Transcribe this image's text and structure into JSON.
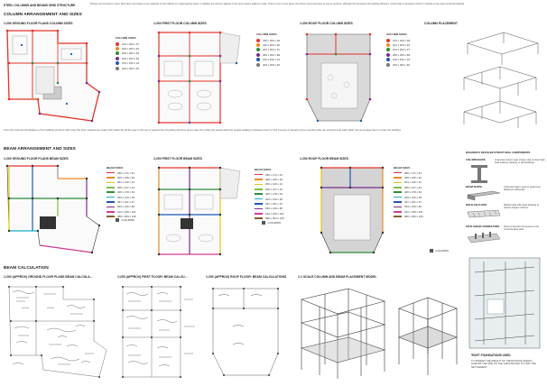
{
  "header": {
    "title": "STEEL COLUMNS AND BEAMS GRID STRUCTURE",
    "note": "Primary and structure is steel. Steel does not pollute or use materials to their efficiency in load bearing spans. In addition the columns aligned in the same spaces patches in plan. That is more or less where the column sizes decrease as you go up floors, although this decreases the building efficiency. It also helps to decrease costs for material on the same structural material."
  },
  "columns_section": {
    "title": "COLUMN ARRANGEMENT AND SIZES",
    "ground_title": "1:200 GROUND FLOOR PLANS COLUMN SIZES",
    "first_title": "1:200 FIRST FLOOR COLUMN SIZES",
    "roof_title": "1:200 ROOF FLOOR COLUMN SIZES",
    "placement_title": "COLUMN PLACEMENT",
    "legend_title": "COLUMN SIZES",
    "ground_legend": [
      {
        "label": "210 x 203 x 37",
        "color": "#e5332a"
      },
      {
        "label": "203 x 203 x 46",
        "color": "#f08a1c"
      },
      {
        "label": "203 x 203 x 52",
        "color": "#2c8c3c"
      },
      {
        "label": "203 x 203 x 60",
        "color": "#7a2c8e"
      },
      {
        "label": "152 x 152 x 23",
        "color": "#1f56b5"
      },
      {
        "label": "203 x 203 x 46",
        "color": "#777777"
      }
    ],
    "first_legend": [
      {
        "label": "230 x 203 x 39",
        "color": "#e5332a"
      },
      {
        "label": "222 x 203 x 46",
        "color": "#f08a1c"
      },
      {
        "label": "203 x 203 x 37",
        "color": "#2c8c3c"
      },
      {
        "label": "260 x 254 x 89",
        "color": "#7a2c8e"
      },
      {
        "label": "152 x 152 x 23",
        "color": "#1f56b5"
      },
      {
        "label": "203 x 203 x 46",
        "color": "#777777"
      }
    ],
    "roof_legend": [
      {
        "label": "213 x 203 x 39",
        "color": "#e5332a"
      },
      {
        "label": "222 x 203 x 46",
        "color": "#f08a1c"
      },
      {
        "label": "203 x 203 x 37",
        "color": "#2c8c3c"
      },
      {
        "label": "260 x 254 x 89",
        "color": "#7a2c8e"
      },
      {
        "label": "152 x 152 x 23",
        "color": "#1f56b5"
      },
      {
        "label": "203 x 203 x 46",
        "color": "#777777"
      }
    ],
    "caption": "From the columns foundations of the building structure that cover the floor markets are made with uniformity all the way to the top to support the extending structure and to also the uniformity would allow the people walking in between them to find a sense of security since it would make the structure feel safe which can encourage them to enter the building."
  },
  "beams_section": {
    "title": "BEAM ARRANGEMENT AND SIZES",
    "ground_title": "1:200 GROUND FLOOR PLANS BEAM SIZES",
    "first_title": "1:200 FIRST FLOOR BEAM SIZES",
    "roof_title": "1:200 ROOF FLOOR BEAM SIZES",
    "legend_title": "BEAM SIZES",
    "columns_label": "COLUMNS",
    "ground_legend": [
      {
        "label": "356 x 171 x 51",
        "color": "#e5332a"
      },
      {
        "label": "305 x 165 x 40",
        "color": "#f08a1c"
      },
      {
        "label": "254 x 146 x 31",
        "color": "#e6c31a"
      },
      {
        "label": "305 x 127 x 42",
        "color": "#7cc246"
      },
      {
        "label": "406 x 178 x 54",
        "color": "#2c8c3c"
      },
      {
        "label": "203 x 133 x 25",
        "color": "#1ab0c8"
      },
      {
        "label": "457 x 191 x 67",
        "color": "#1f56b5"
      },
      {
        "label": "533 x 210 x 82",
        "color": "#7a2c8e"
      },
      {
        "label": "610 x 229 x 101",
        "color": "#d23c8f"
      },
      {
        "label": "686 x 254 x 125",
        "color": "#8a5a2b"
      }
    ],
    "first_legend": [
      {
        "label": "356 x 171 x 51",
        "color": "#e5332a"
      },
      {
        "label": "305 x 165 x 40",
        "color": "#f08a1c"
      },
      {
        "label": "254 x 146 x 31",
        "color": "#e6c31a"
      },
      {
        "label": "305 x 127 x 42",
        "color": "#7cc246"
      },
      {
        "label": "406 x 178 x 54",
        "color": "#2c8c3c"
      },
      {
        "label": "203 x 133 x 25",
        "color": "#1ab0c8"
      },
      {
        "label": "457 x 191 x 67",
        "color": "#1f56b5"
      },
      {
        "label": "533 x 210 x 82",
        "color": "#7a2c8e"
      },
      {
        "label": "610 x 229 x 101",
        "color": "#d23c8f"
      },
      {
        "label": "686 x 254 x 125",
        "color": "#8a5a2b"
      }
    ],
    "roof_legend": [
      {
        "label": "356 x 171 x 51",
        "color": "#e5332a"
      },
      {
        "label": "305 x 165 x 40",
        "color": "#f08a1c"
      },
      {
        "label": "254 x 146 x 31",
        "color": "#e6c31a"
      },
      {
        "label": "305 x 127 x 42",
        "color": "#7cc246"
      },
      {
        "label": "406 x 178 x 54",
        "color": "#2c8c3c"
      },
      {
        "label": "203 x 133 x 25",
        "color": "#1ab0c8"
      },
      {
        "label": "457 x 191 x 67",
        "color": "#1f56b5"
      },
      {
        "label": "533 x 210 x 82",
        "color": "#7a2c8e"
      },
      {
        "label": "610 x 229 x 101",
        "color": "#d23c8f"
      },
      {
        "label": "686 x 254 x 125",
        "color": "#8a5a2b"
      }
    ],
    "side_title": "BUILDING'S DETAILED STRUCTURAL COMPONENTS",
    "side_labels": [
      "COLUMN SHAPE",
      "BEAM SHAPE",
      "RIB SLAB FLOOR",
      "STUD SHEAR CONNECTORS"
    ],
    "side_notes": [
      "Universal column was chosen due to their high load bearing capacity in tall buildings.",
      "Universal beam used to span long distances efficiently.",
      "Ribbed slab with steel decking to reduce weight of floors.",
      "Stud connectors fix beams to the concrete floor slab."
    ]
  },
  "calc_section": {
    "title": "BEAM CALCULATION",
    "ground_title": "1:200 (APPROX) GROUND FLOOR PLANS BEAM CALCULA...",
    "first_title": "1:200 (APPROX) FIRST FLOOR: BEAM CALCU...",
    "roof_title": "1:200 (APPROX) ROOF FLOOR: BEAM CALCULATIONS",
    "model_title": "1:1 SCALE COLUMN AND BEAM PLACEMENT MODEL",
    "raft_title": "*RAFT FOUNDATIONS USED",
    "raft_note": "TO SPREAD THE WEIGHT OF THE BUILDING EVENLY ACROSS THE SITE ON THE GROUND AND TO LIMIT THE SETTLEMENT."
  }
}
